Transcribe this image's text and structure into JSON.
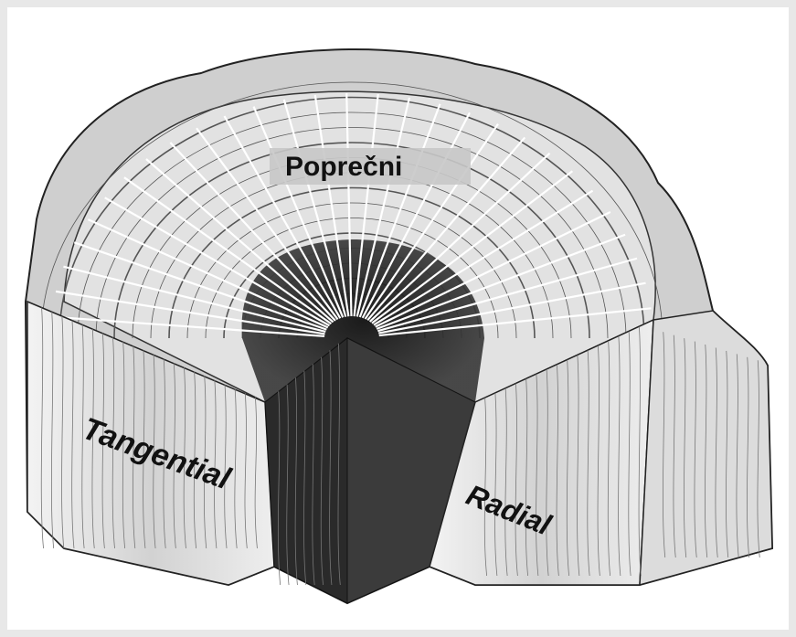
{
  "labels": {
    "cross_section": "Poprečni",
    "tangential": "Tangential",
    "radial": "Radial"
  },
  "colors": {
    "background": "#e8e8e8",
    "paper": "#ffffff",
    "ink": "#111111",
    "heartwood": "#1e1e1e",
    "sapwood": "#d9d9d9",
    "bark": "#bdbdbd",
    "label_box": "#c8c8c8"
  },
  "icons": [
    "log-cutaway-illustration"
  ]
}
